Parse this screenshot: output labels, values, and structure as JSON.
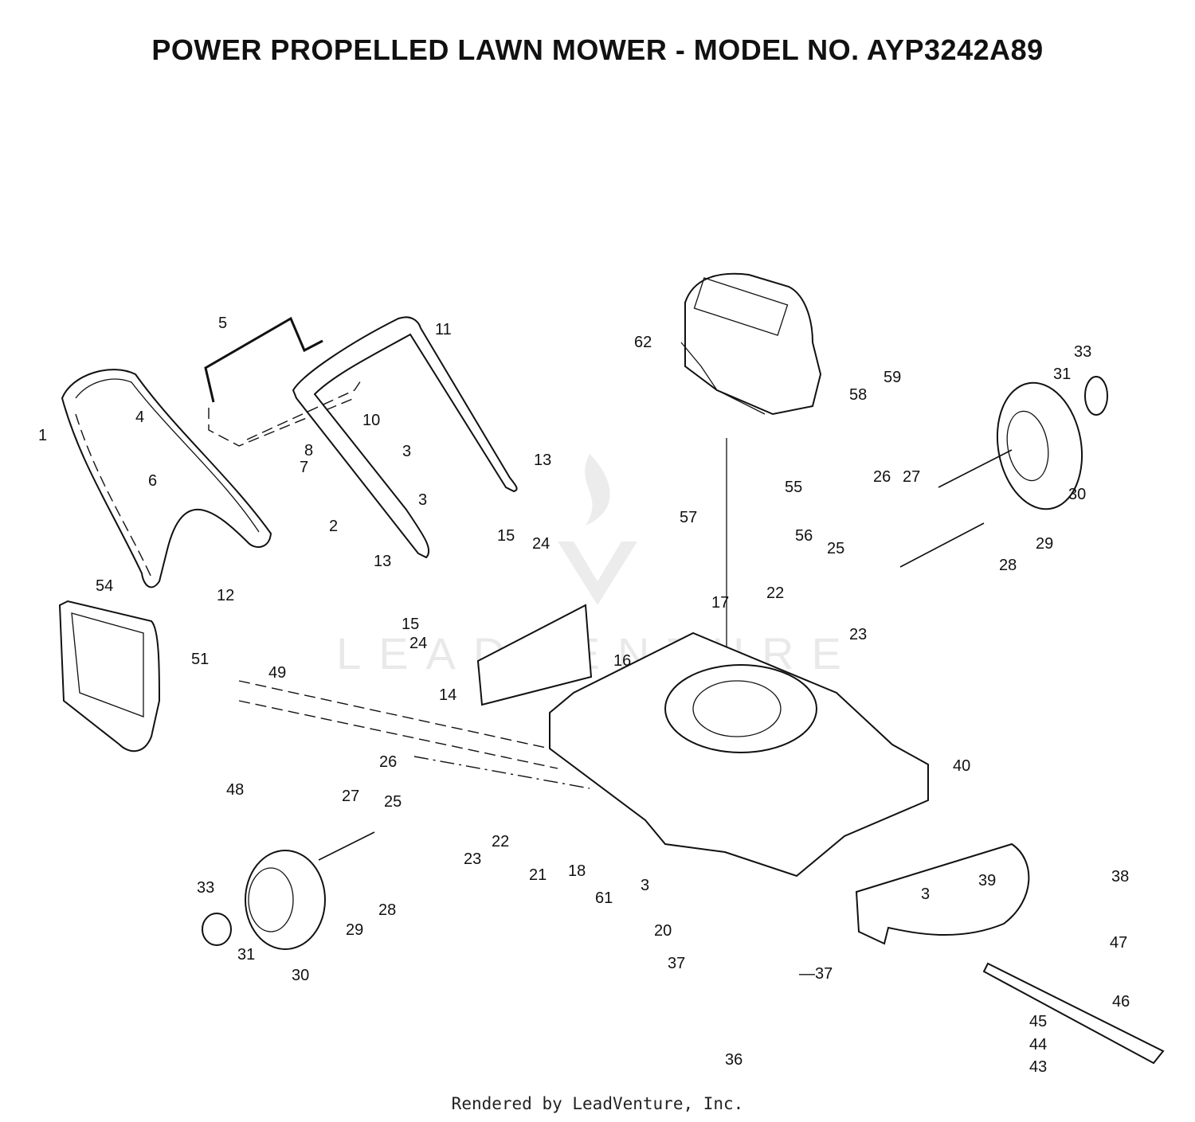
{
  "title": "POWER PROPELLED LAWN MOWER - MODEL NO. AYP3242A89",
  "footer": "Rendered by LeadVenture, Inc.",
  "watermark": "LEADVENTURE",
  "callouts": [
    {
      "id": "c1",
      "text": "1"
    },
    {
      "id": "c2",
      "text": "2"
    },
    {
      "id": "c3a",
      "text": "3"
    },
    {
      "id": "c3b",
      "text": "3"
    },
    {
      "id": "c3c",
      "text": "3"
    },
    {
      "id": "c3d",
      "text": "3"
    },
    {
      "id": "c4",
      "text": "4"
    },
    {
      "id": "c5",
      "text": "5"
    },
    {
      "id": "c6",
      "text": "6"
    },
    {
      "id": "c7",
      "text": "7"
    },
    {
      "id": "c8",
      "text": "8"
    },
    {
      "id": "c10",
      "text": "10"
    },
    {
      "id": "c11",
      "text": "11"
    },
    {
      "id": "c12",
      "text": "12"
    },
    {
      "id": "c13a",
      "text": "13"
    },
    {
      "id": "c13b",
      "text": "13"
    },
    {
      "id": "c14",
      "text": "14"
    },
    {
      "id": "c15a",
      "text": "15"
    },
    {
      "id": "c15b",
      "text": "15"
    },
    {
      "id": "c16",
      "text": "16"
    },
    {
      "id": "c17",
      "text": "17"
    },
    {
      "id": "c18",
      "text": "18"
    },
    {
      "id": "c20",
      "text": "20"
    },
    {
      "id": "c21",
      "text": "21"
    },
    {
      "id": "c22a",
      "text": "22"
    },
    {
      "id": "c22b",
      "text": "22"
    },
    {
      "id": "c23a",
      "text": "23"
    },
    {
      "id": "c23b",
      "text": "23"
    },
    {
      "id": "c24a",
      "text": "24"
    },
    {
      "id": "c24b",
      "text": "24"
    },
    {
      "id": "c25a",
      "text": "25"
    },
    {
      "id": "c25b",
      "text": "25"
    },
    {
      "id": "c26a",
      "text": "26"
    },
    {
      "id": "c26b",
      "text": "26"
    },
    {
      "id": "c27a",
      "text": "27"
    },
    {
      "id": "c27b",
      "text": "27"
    },
    {
      "id": "c28a",
      "text": "28"
    },
    {
      "id": "c28b",
      "text": "28"
    },
    {
      "id": "c29a",
      "text": "29"
    },
    {
      "id": "c29b",
      "text": "29"
    },
    {
      "id": "c30a",
      "text": "30"
    },
    {
      "id": "c30b",
      "text": "30"
    },
    {
      "id": "c31a",
      "text": "31"
    },
    {
      "id": "c31b",
      "text": "31"
    },
    {
      "id": "c33a",
      "text": "33"
    },
    {
      "id": "c33b",
      "text": "33"
    },
    {
      "id": "c36",
      "text": "36"
    },
    {
      "id": "c37a",
      "text": "37"
    },
    {
      "id": "c37b",
      "text": "—37"
    },
    {
      "id": "c38",
      "text": "38"
    },
    {
      "id": "c39",
      "text": "39"
    },
    {
      "id": "c40",
      "text": "40"
    },
    {
      "id": "c43",
      "text": "43"
    },
    {
      "id": "c44",
      "text": "44"
    },
    {
      "id": "c45",
      "text": "45"
    },
    {
      "id": "c46",
      "text": "46"
    },
    {
      "id": "c47",
      "text": "47"
    },
    {
      "id": "c48",
      "text": "48"
    },
    {
      "id": "c49",
      "text": "49"
    },
    {
      "id": "c51",
      "text": "51"
    },
    {
      "id": "c54",
      "text": "54"
    },
    {
      "id": "c55",
      "text": "55"
    },
    {
      "id": "c56",
      "text": "56"
    },
    {
      "id": "c57",
      "text": "57"
    },
    {
      "id": "c58",
      "text": "58"
    },
    {
      "id": "c59",
      "text": "59"
    },
    {
      "id": "c61",
      "text": "61"
    },
    {
      "id": "c62",
      "text": "62"
    }
  ]
}
